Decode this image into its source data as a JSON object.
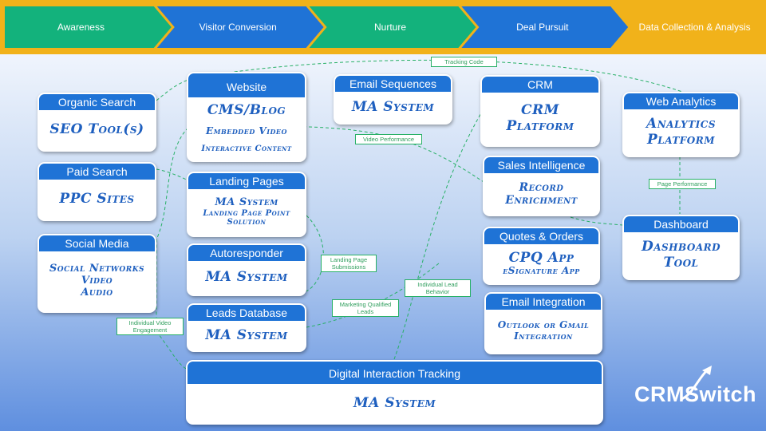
{
  "stages": [
    {
      "label": "Awareness",
      "color": "#13b27c"
    },
    {
      "label": "Visitor Conversion",
      "color": "#1f73d6"
    },
    {
      "label": "Nurture",
      "color": "#13b27c"
    },
    {
      "label": "Deal Pursuit",
      "color": "#1f73d6"
    },
    {
      "label": "Data Collection & Analysis",
      "color": "#f1b21a"
    }
  ],
  "boxes": {
    "organic_search": {
      "title": "Organic Search",
      "lines": [
        "SEO Tool(s)"
      ]
    },
    "paid_search": {
      "title": "Paid Search",
      "lines": [
        "PPC Sites"
      ]
    },
    "social_media": {
      "title": "Social Media",
      "lines": [
        "Social Networks",
        "Video",
        "Audio"
      ]
    },
    "website": {
      "title": "Website",
      "lines": [
        "CMS/Blog",
        "Embedded Video",
        "Interactive Content"
      ]
    },
    "landing_pages": {
      "title": "Landing Pages",
      "lines": [
        "MA System",
        "Landing Page Point Solution"
      ]
    },
    "autoresponder": {
      "title": "Autoresponder",
      "lines": [
        "MA System"
      ]
    },
    "leads_database": {
      "title": "Leads Database",
      "lines": [
        "MA System"
      ]
    },
    "email_sequences": {
      "title": "Email Sequences",
      "lines": [
        "MA System"
      ]
    },
    "crm": {
      "title": "CRM",
      "lines": [
        "CRM Platform"
      ]
    },
    "sales_intelligence": {
      "title": "Sales Intelligence",
      "lines": [
        "Record Enrichment"
      ]
    },
    "quotes_orders": {
      "title": "Quotes & Orders",
      "lines": [
        "CPQ App",
        "eSignature App"
      ]
    },
    "email_integration": {
      "title": "Email Integration",
      "lines": [
        "Outlook or Gmail Integration"
      ]
    },
    "web_analytics": {
      "title": "Web Analytics",
      "lines": [
        "Analytics Platform"
      ]
    },
    "dashboard": {
      "title": "Dashboard",
      "lines": [
        "Dashboard Tool"
      ]
    },
    "digital_tracking": {
      "title": "Digital Interaction Tracking",
      "lines": [
        "MA System"
      ]
    }
  },
  "flow_labels": {
    "tracking_code": "Tracking Code",
    "video_performance": "Video Performance",
    "page_performance": "Page Performance",
    "landing_page_submissions": "Landing Page Submissions",
    "individual_lead_behavior": "Individual Lead Behavior",
    "marketing_qualified_leads": "Marketing Qualified Leads",
    "individual_video_engagement": "Individual Video Engagement"
  },
  "logo": {
    "text": "CRMSwitch"
  },
  "colors": {
    "header_blue": "#1f73d6",
    "wire_green": "#27b066",
    "handwriting_blue": "#1e5fbf"
  }
}
